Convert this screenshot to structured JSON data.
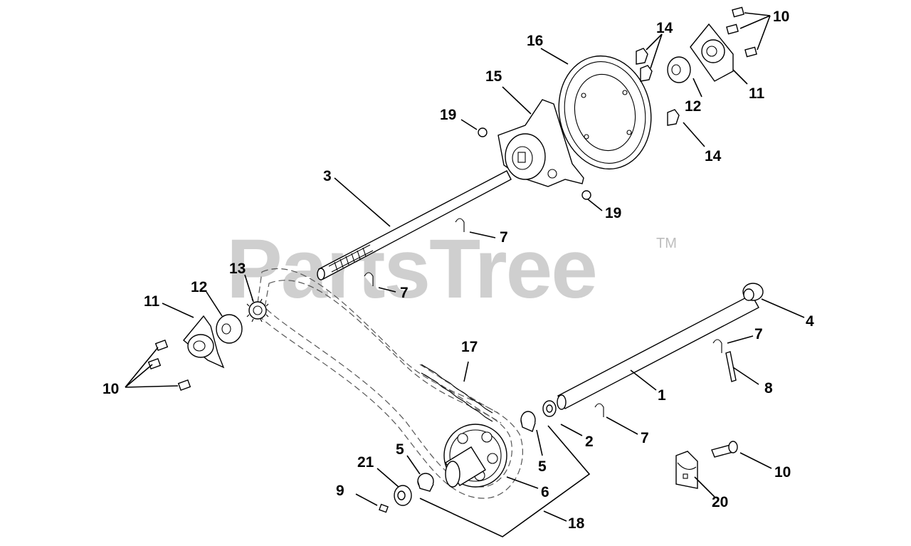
{
  "watermark": {
    "text": "PartsTree",
    "trademark": "TM"
  },
  "callouts": [
    "1",
    "2",
    "3",
    "4",
    "5",
    "5",
    "6",
    "7",
    "7",
    "7",
    "7",
    "8",
    "9",
    "10",
    "10",
    "10",
    "11",
    "11",
    "12",
    "12",
    "13",
    "14",
    "14",
    "15",
    "16",
    "17",
    "18",
    "19",
    "19",
    "20",
    "21"
  ]
}
